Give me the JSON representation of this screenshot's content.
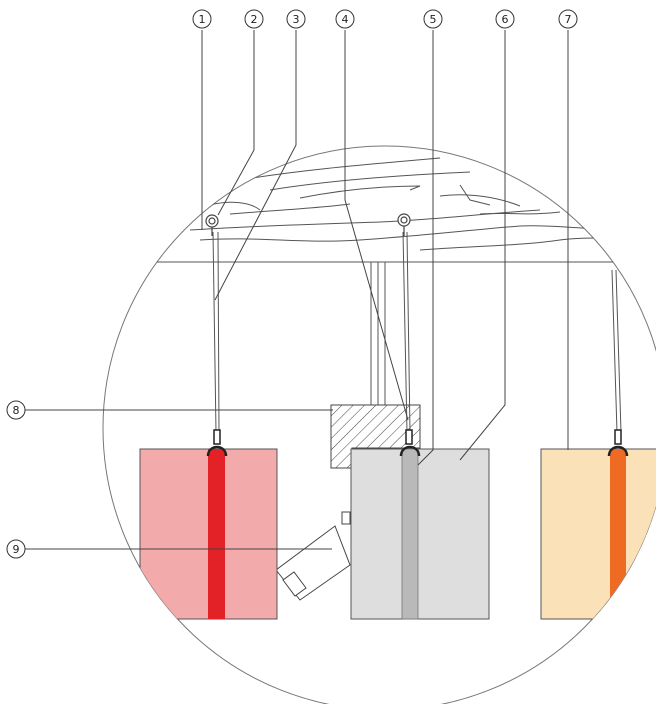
{
  "callouts": [
    {
      "id": "1",
      "label": "1"
    },
    {
      "id": "2",
      "label": "2"
    },
    {
      "id": "3",
      "label": "3"
    },
    {
      "id": "4",
      "label": "4"
    },
    {
      "id": "5",
      "label": "5"
    },
    {
      "id": "6",
      "label": "6"
    },
    {
      "id": "7",
      "label": "7"
    },
    {
      "id": "8",
      "label": "8"
    },
    {
      "id": "9",
      "label": "9"
    }
  ],
  "colors": {
    "line": "#555555",
    "panel_left_fill": "#f2aaaa",
    "strap_left": "#e32228",
    "panel_mid_fill": "#dedede",
    "strap_mid": "#b9b9b9",
    "panel_right_fill": "#fbe1b7",
    "strap_right": "#ef6a22"
  }
}
